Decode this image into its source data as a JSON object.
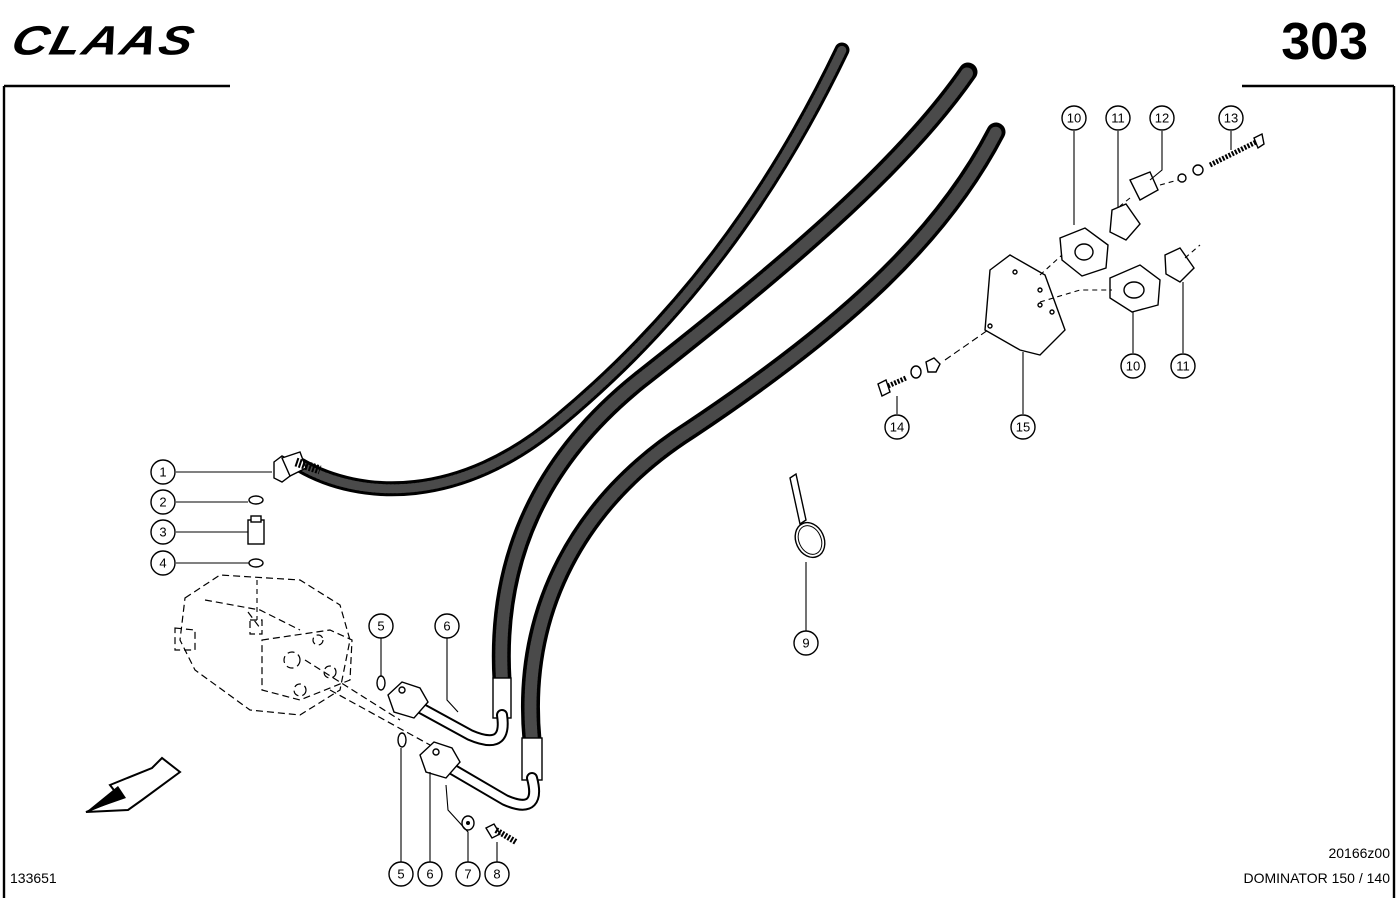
{
  "header": {
    "brand": "CLAAS",
    "page_number": "303"
  },
  "footer": {
    "illustration_id": "133651",
    "drawing_code": "20166z00",
    "model": "DOMINATOR 150 / 140"
  },
  "callouts": [
    "1",
    "2",
    "3",
    "4",
    "5",
    "5",
    "6",
    "6",
    "7",
    "8",
    "9",
    "10",
    "10",
    "11",
    "11",
    "12",
    "13",
    "14",
    "15"
  ]
}
